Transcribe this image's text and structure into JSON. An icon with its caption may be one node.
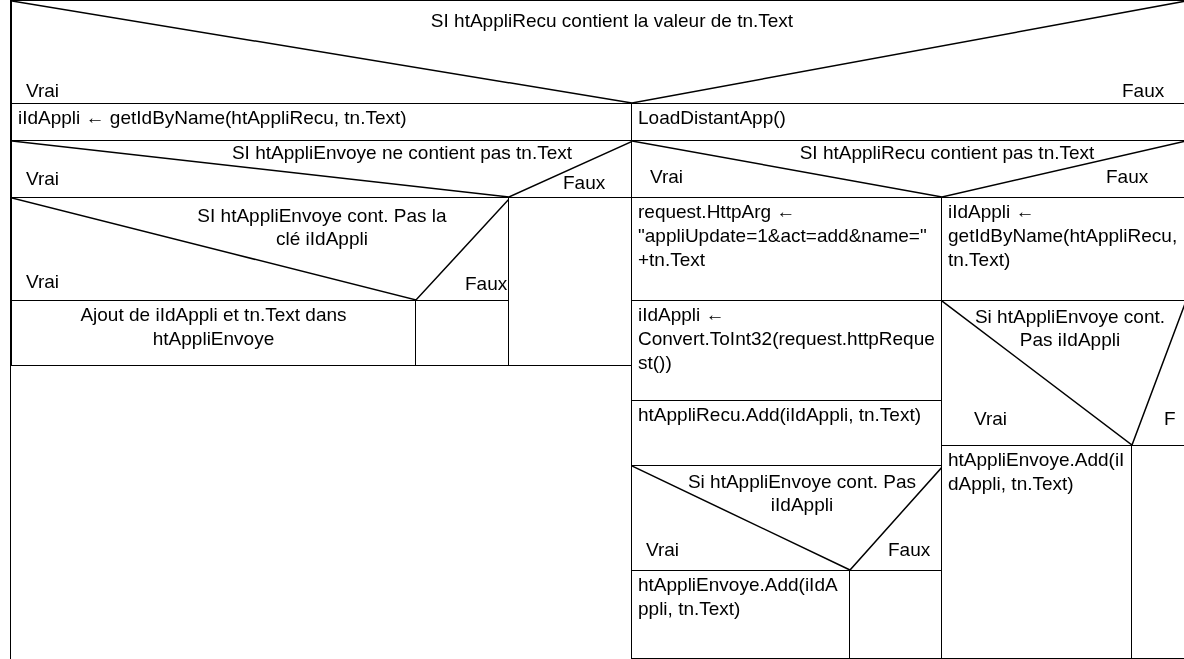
{
  "diagram": {
    "nodes": [
      {
        "text": [
          "SI htAppliRecu contient la valeur de tn.Text",
          "Vrai",
          "Faux"
        ]
      },
      {
        "text": [
          "iIdAppli ← getIdByName(htAppliRecu, tn.Text)"
        ]
      },
      {
        "text": [
          "SI htAppliEnvoye ne contient pas tn.Text",
          "Vrai",
          "Faux"
        ]
      },
      {
        "text": [
          "SI htAppliEnvoye cont. Pas la clé iIdAppli",
          "Vrai",
          "Faux"
        ]
      },
      {
        "text": [
          "Ajout de iIdAppli et tn.Text dans htAppliEnvoye"
        ]
      },
      {
        "text": [],
        "shape": "box"
      },
      {
        "text": [],
        "shape": "box"
      },
      {
        "text": [
          "LoadDistantApp()"
        ]
      },
      {
        "text": [
          "SI htAppliRecu contient pas tn.Text",
          "Vrai",
          "Faux"
        ]
      },
      {
        "text": [
          "request.HttpArg ← \"appliUpdate=1&act=add&name=\"+tn.Text"
        ]
      },
      {
        "text": [
          "iIdAppli ← Convert.ToInt32(request.httpRequest())"
        ]
      },
      {
        "text": [
          "htAppliRecu.Add(iIdAppli, tn.Text)"
        ]
      },
      {
        "text": [
          "Si htAppliEnvoye cont. Pas iIdAppli",
          "Vrai",
          "Faux"
        ]
      },
      {
        "text": [
          "htAppliEnvoye.Add(iIdAppli, tn.Text)"
        ]
      },
      {
        "text": [],
        "shape": "box"
      },
      {
        "text": [
          "iIdAppli ← getIdByName(htAppliRecu, tn.Text)"
        ]
      },
      {
        "text": [
          "Si htAppliEnvoye cont. Pas iIdAppli",
          "Vrai",
          "F"
        ]
      },
      {
        "text": [
          "htAppliEnvoye.Add(iIdAppli, tn.Text)"
        ]
      },
      {
        "text": [],
        "shape": "box"
      }
    ],
    "edges": []
  }
}
